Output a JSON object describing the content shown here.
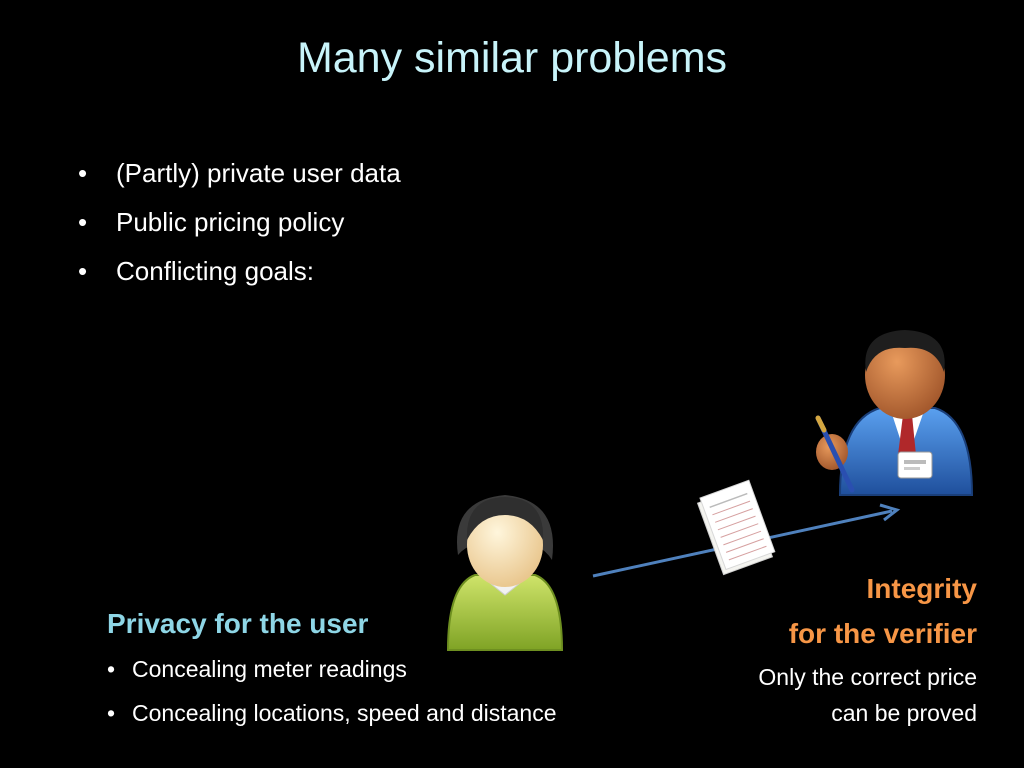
{
  "slide": {
    "title": "Many similar problems",
    "bullets": [
      "(Partly) private user data",
      "Public pricing policy",
      "Conflicting goals:"
    ],
    "privacy": {
      "heading": "Privacy for the user",
      "items": [
        "Concealing meter readings",
        "Concealing locations, speed and distance"
      ]
    },
    "integrity": {
      "heading_line1": "Integrity",
      "heading_line2": "for the verifier",
      "desc_line1": "Only the correct price",
      "desc_line2": "can be proved"
    }
  },
  "colors": {
    "title": "#c8f4fa",
    "privacy_heading": "#8ed6e6",
    "integrity_heading": "#f79646",
    "arrow": "#4f81bd",
    "user_shirt": "#a6c83a",
    "verifier_suit": "#2f6fc4"
  },
  "icons": {
    "user": "user-avatar-icon",
    "verifier": "verifier-avatar-icon",
    "receipt": "receipt-icon",
    "arrow": "arrow-icon"
  }
}
